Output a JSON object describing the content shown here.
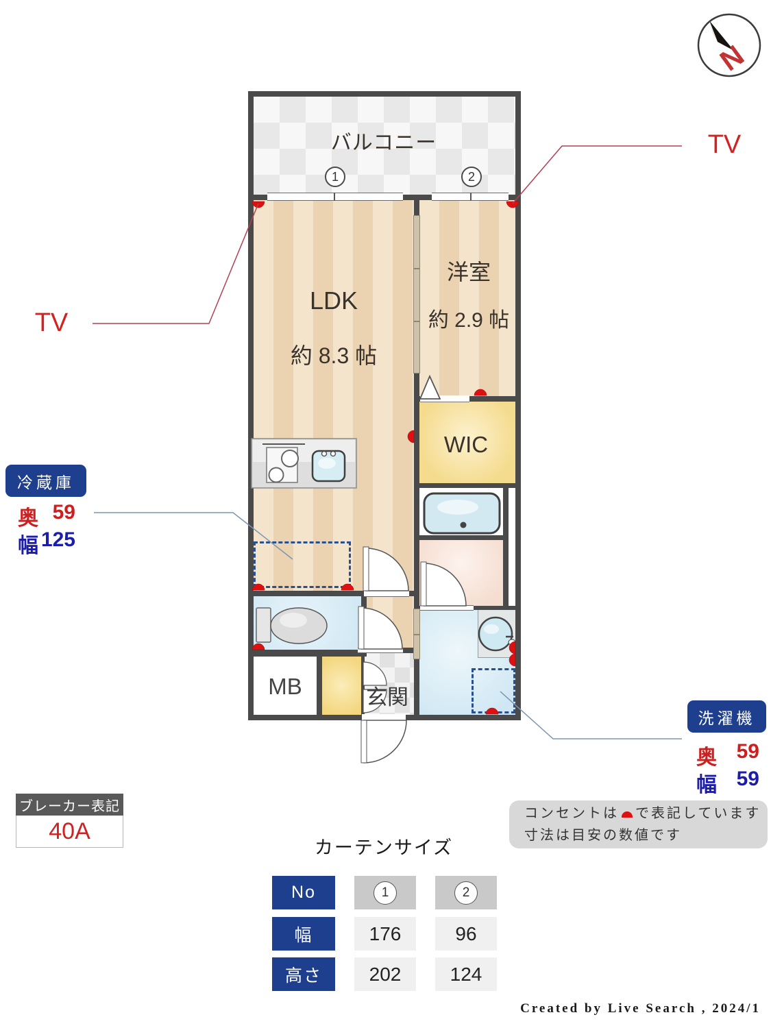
{
  "compass": {
    "n": "N"
  },
  "floorplan": {
    "balcony": {
      "label": "バルコニー",
      "win1": "1",
      "win2": "2"
    },
    "ldk": {
      "name": "LDK",
      "size": "約 8.3 帖"
    },
    "bedroom": {
      "name": "洋室",
      "size": "約 2.9 帖"
    },
    "wic": {
      "name": "WIC"
    },
    "mb": {
      "name": "MB"
    },
    "genkan": {
      "name": "玄関"
    }
  },
  "tv": {
    "left": "TV",
    "right": "TV"
  },
  "fridge": {
    "title": "冷蔵庫",
    "rows": [
      {
        "label": "奥",
        "value": "59"
      },
      {
        "label": "幅",
        "value": "125"
      }
    ]
  },
  "washer": {
    "title": "洗濯機",
    "rows": [
      {
        "label": "奥",
        "value": "59"
      },
      {
        "label": "幅",
        "value": "59"
      }
    ]
  },
  "breaker": {
    "title": "ブレーカー表記",
    "value": "40A"
  },
  "note": {
    "line1_pre": "コンセントは",
    "line1_post": "で表記しています",
    "line2": "寸法は目安の数値です"
  },
  "curtain": {
    "title": "カーテンサイズ",
    "rows": [
      [
        "No",
        "1",
        "2"
      ],
      [
        "幅",
        "176",
        "96"
      ],
      [
        "高さ",
        "202",
        "124"
      ]
    ]
  },
  "credit": "Created by Live Search , 2024/1",
  "colors": {
    "navy": "#1e3e8e",
    "red": "#d42222",
    "blue": "#1d1dab",
    "outlet": "#dd1111",
    "wall": "#4a4a4a"
  }
}
